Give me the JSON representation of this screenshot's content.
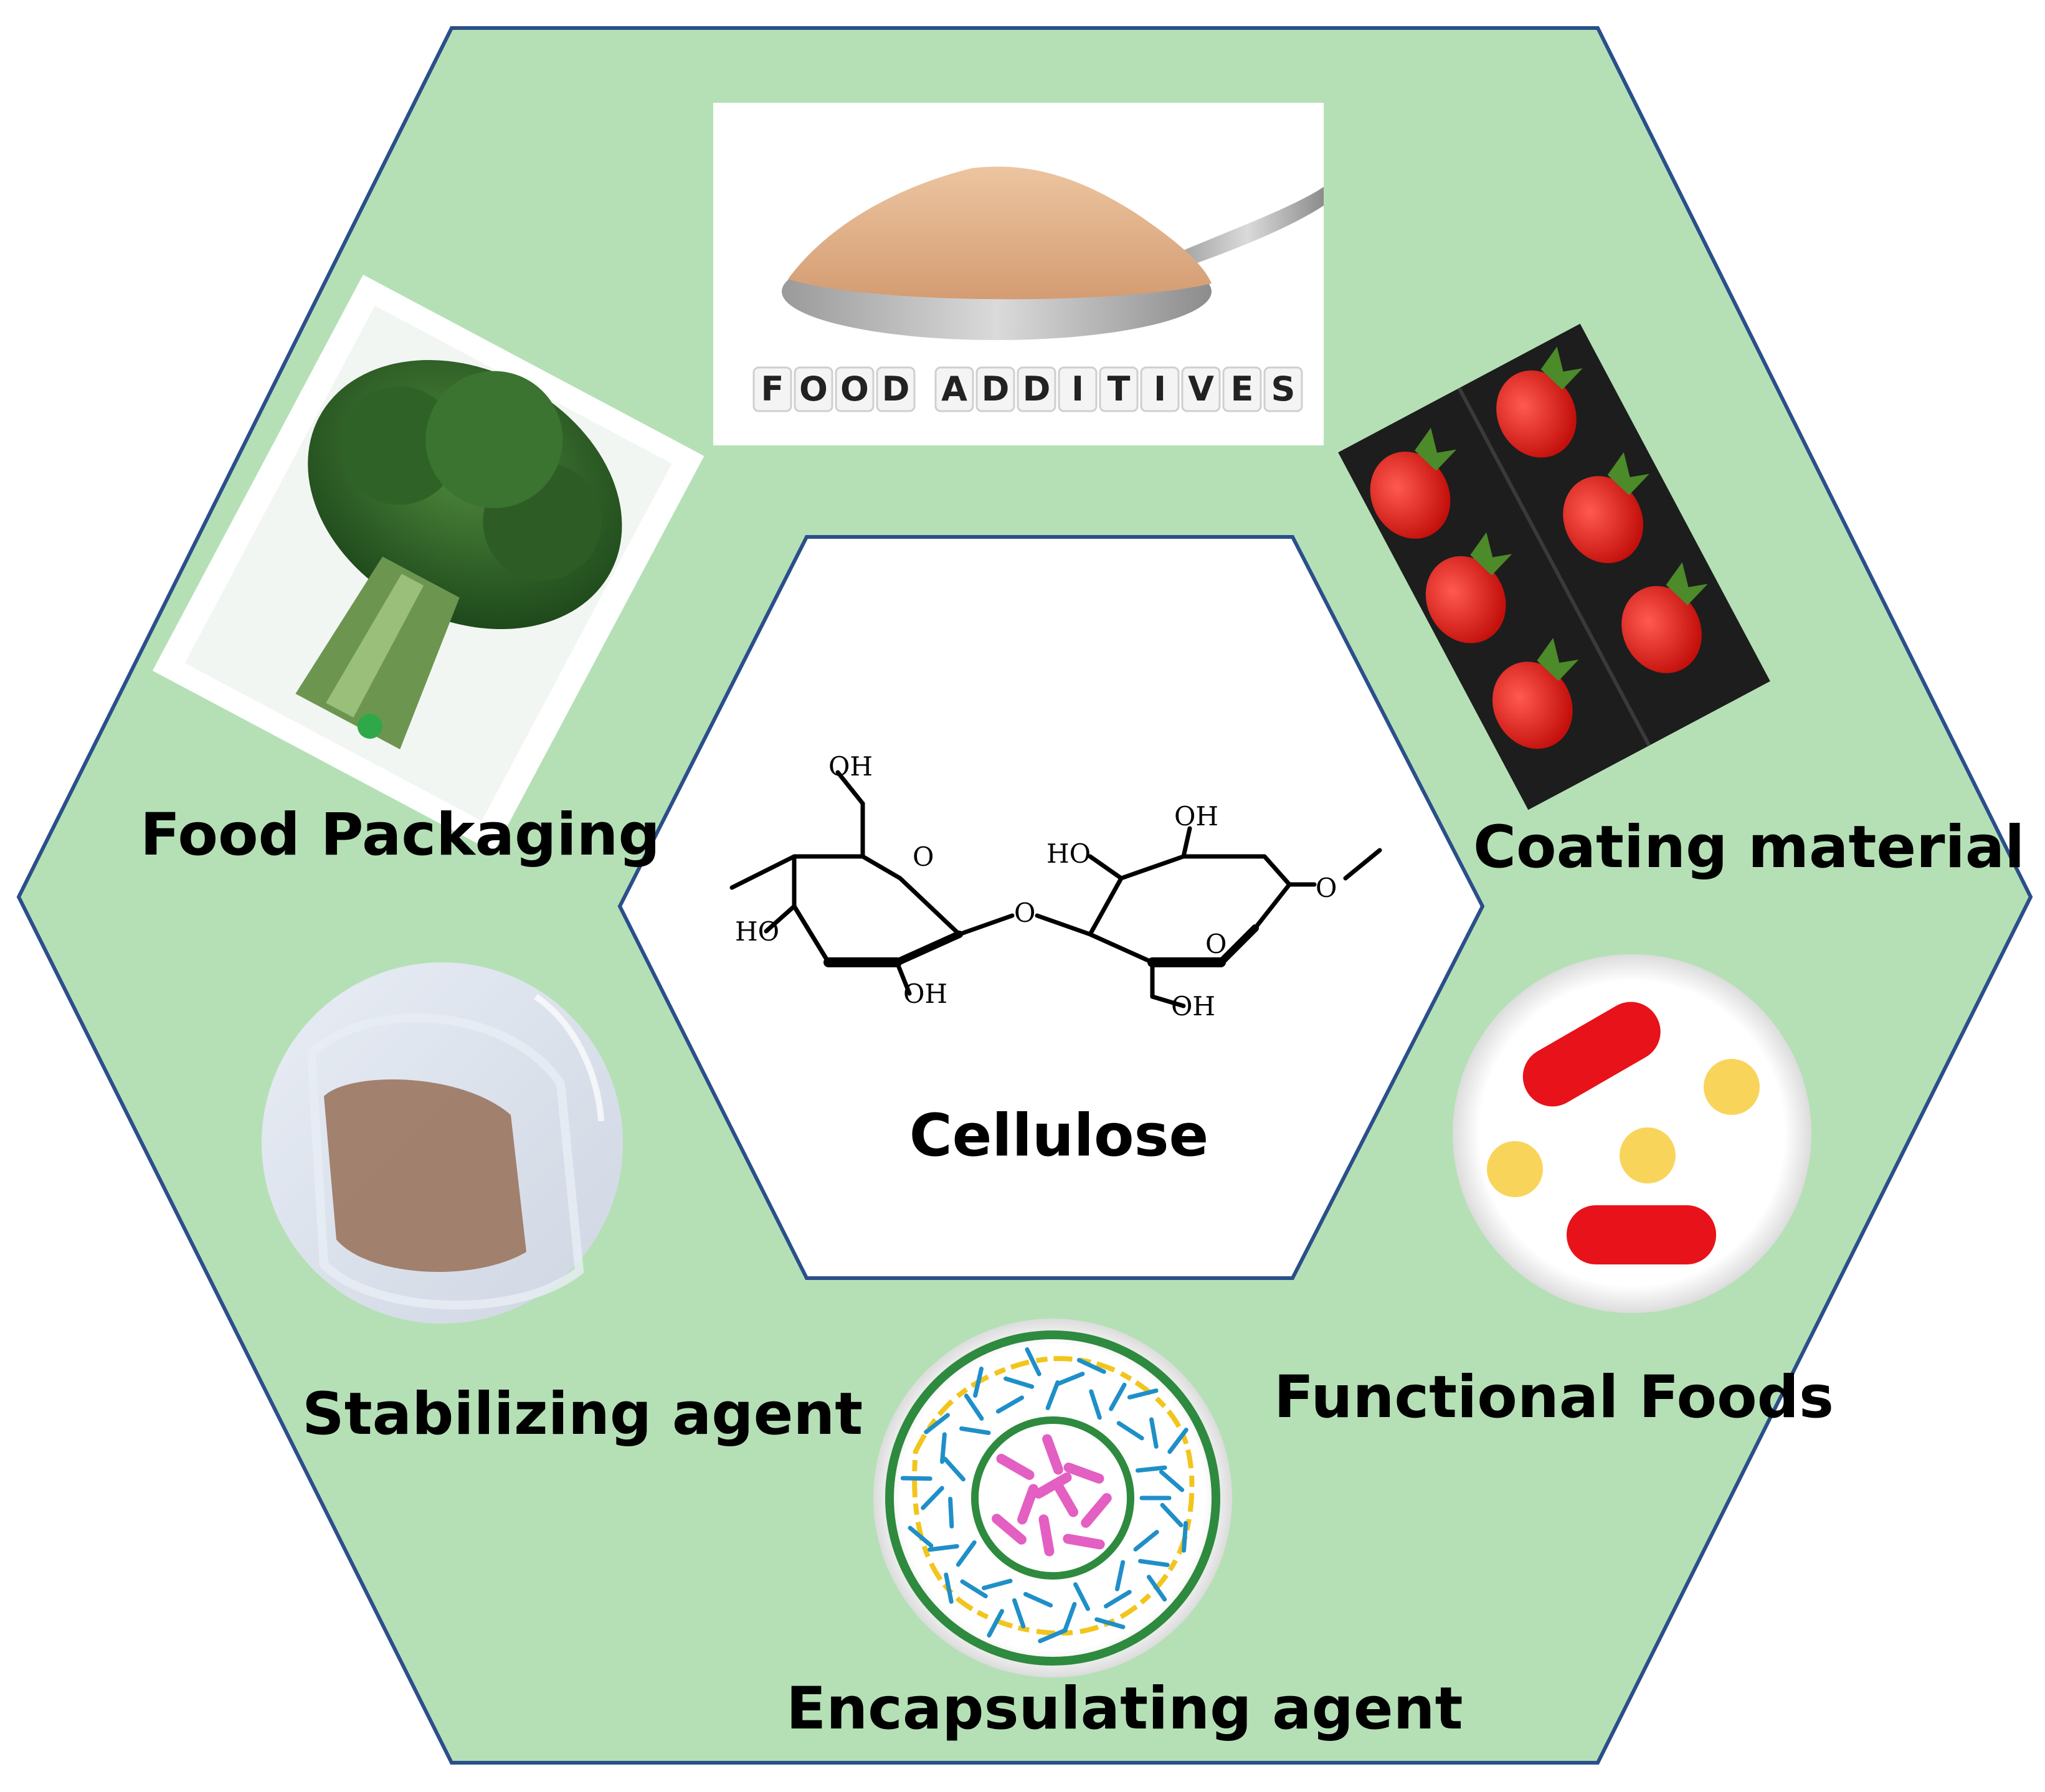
{
  "diagram": {
    "center_label": "Cellulose",
    "chem_labels": {
      "oh_top_left": "OH",
      "ho_left": "HO",
      "oh_bottom_left": "OH",
      "ring_o_left": "O",
      "bridge_o": "O",
      "ho_top_right": "HO",
      "oh_top_right": "OH",
      "ring_o_right": "O",
      "oh_bottom_right": "OH",
      "o_chain": "O"
    },
    "applications": [
      {
        "id": "food-additives",
        "label": "",
        "letter_blocks": [
          "F",
          "O",
          "O",
          "D",
          "A",
          "D",
          "D",
          "I",
          "T",
          "I",
          "V",
          "E",
          "S"
        ]
      },
      {
        "id": "food-packaging",
        "label": "Food Packaging"
      },
      {
        "id": "coating-material",
        "label": "Coating material"
      },
      {
        "id": "stabilizing-agent",
        "label": "Stabilizing agent"
      },
      {
        "id": "functional-foods",
        "label": "Functional Foods"
      },
      {
        "id": "encapsulating-agent",
        "label": "Encapsulating agent"
      }
    ],
    "colors": {
      "hexagon_fill": "#b5e0b6",
      "hexagon_stroke": "#2a4f8a",
      "center_fill": "#ffffff",
      "pill_red": "#e8121a",
      "dot_yellow": "#f8d55a",
      "capsule_ring": "#2e8a3e",
      "capsule_yellow": "#f2c51c",
      "capsule_blue": "#1f8fc8",
      "capsule_pink": "#e35fc2"
    }
  }
}
